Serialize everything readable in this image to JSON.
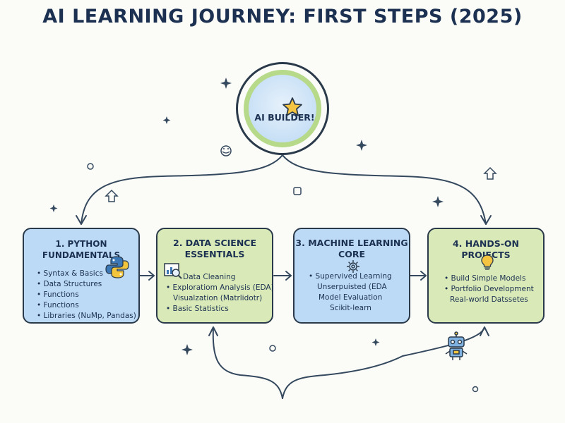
{
  "title": "AI LEARNING JOURNEY: FIRST STEPS (2025)",
  "hub": {
    "label": "AI BUILDER!",
    "icon": "star-icon"
  },
  "steps": [
    {
      "title": "1. PYTHON FUNDAMENTALS",
      "icon": "python-logo-icon",
      "color": "#bcdaf5",
      "items": [
        "• Syntax & Basics",
        "• Data Structures",
        "• Functions",
        "• Functions",
        "• Libraries (NuMp, Pandas)"
      ]
    },
    {
      "title": "2. DATA SCIENCE ESSENTIALS",
      "title_lines": [
        "2. DATA SCIENCE",
        "ESSENTIALS"
      ],
      "icon": "chart-magnifier-icon",
      "color": "#d9eab8",
      "items": [
        "Data Cleaning",
        "• Exploratiom Analysis (EDA)",
        "Visualzation (Matrlidotr)",
        "• Basic Statistics"
      ]
    },
    {
      "title": "3. MACHINE LEARNING CORE",
      "title_lines": [
        "3. MACHINE LEARNING",
        "CORE"
      ],
      "icon": "gear-icon",
      "color": "#bcdaf5",
      "items": [
        "• Supervived Learning",
        "Unserpuisted (EDA",
        "Model Evaluation",
        "Scikit-learn"
      ]
    },
    {
      "title": "4. HANDS-ON PROJECTS",
      "icon": "lightbulb-icon",
      "color": "#d9eab8",
      "items": [
        "• Build Simple Models",
        "• Portfolio Development",
        "Real-world Datssetes"
      ]
    }
  ],
  "colors": {
    "blue_card": "#bcdaf5",
    "green_card": "#d9eab8",
    "accent_green": "#b6d98a",
    "star": "#f5c542"
  }
}
